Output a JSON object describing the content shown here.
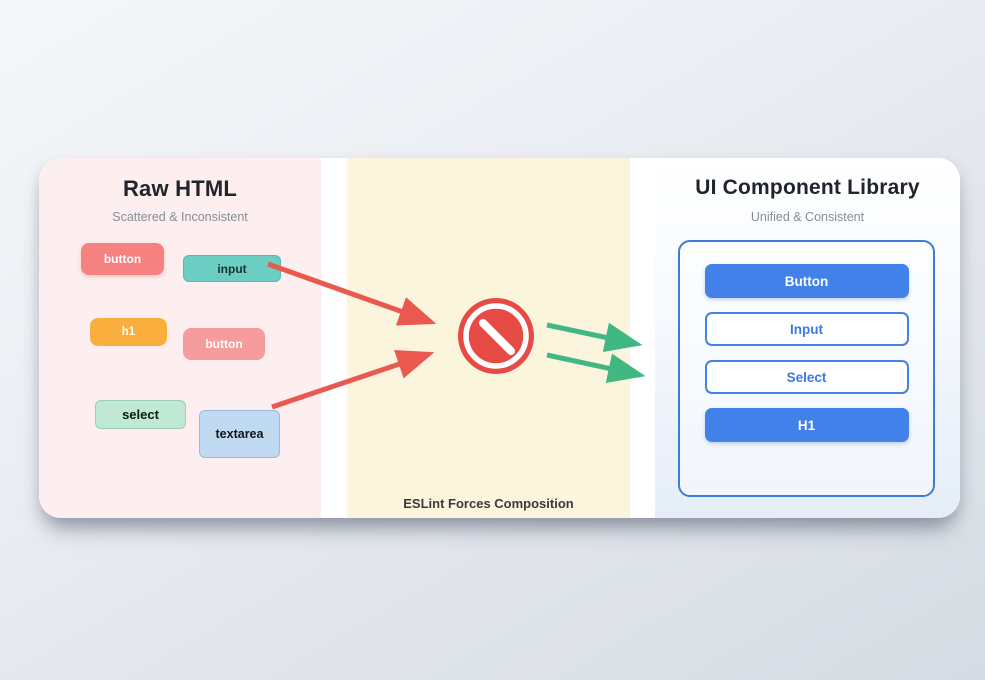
{
  "panels": {
    "raw_html": {
      "title": "Raw HTML",
      "subtitle": "Scattered & Inconsistent",
      "boxes": [
        {
          "label": "button",
          "color": "#F58181"
        },
        {
          "label": "input",
          "color": "#6CCEC2"
        },
        {
          "label": "h1",
          "color": "#F9AE3E"
        },
        {
          "label": "button",
          "color": "#F79C9C"
        },
        {
          "label": "select",
          "color": "#C0E9D3"
        },
        {
          "label": "textarea",
          "color": "#C0DAF2"
        }
      ],
      "background": "#FDEFEF"
    },
    "eslint": {
      "caption": "ESLint Forces Composition",
      "icon": "no-entry-sign",
      "icon_color": "#E64A44",
      "arrow_in_color": "#E9594F",
      "arrow_out_color": "#41B883",
      "background": "#FCF5DD"
    },
    "library": {
      "title": "UI Component Library",
      "subtitle": "Unified & Consistent",
      "accent": "#4280EA",
      "frame_border": "#3A7CD8",
      "components": [
        {
          "label": "Button",
          "variant": "filled"
        },
        {
          "label": "Input",
          "variant": "outline"
        },
        {
          "label": "Select",
          "variant": "outline"
        },
        {
          "label": "H1",
          "variant": "filled"
        }
      ]
    }
  }
}
